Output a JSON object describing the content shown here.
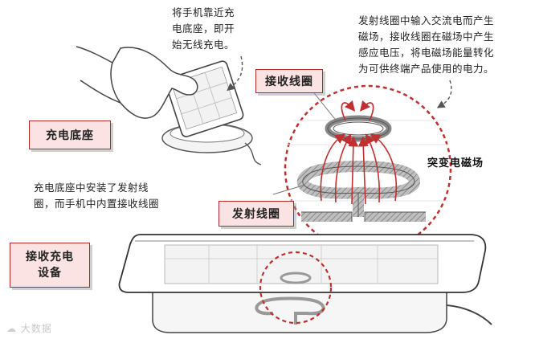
{
  "notes": {
    "top_left_line1": "将手机靠近充",
    "top_left_line2": "电底座，即开",
    "top_left_line3": "始无线充电。",
    "top_right_line1": "发射线圈中输入交流电而产生",
    "top_right_line2": "磁场，接收线圈在磁场中产生",
    "top_right_line3": "感应电压，将电磁场能量转化",
    "top_right_line4": "为可供终端产品使用的电力。",
    "middle_left_line1": "充电底座中安装了发射线",
    "middle_left_line2": "圈，而手机中内置接收线圈"
  },
  "labels": {
    "charging_base": "充电底座",
    "receiver_coil": "接收线圈",
    "transmitter_coil": "发射线圈",
    "receiving_device_line1": "接收充电",
    "receiving_device_line2": "设备",
    "field": "突变电磁场"
  },
  "watermark": "大数据",
  "colors": {
    "accent_red": "#b02a2a",
    "label_fill": "#fbe3e3",
    "arrow_red": "#c03030",
    "ink": "#444444"
  }
}
